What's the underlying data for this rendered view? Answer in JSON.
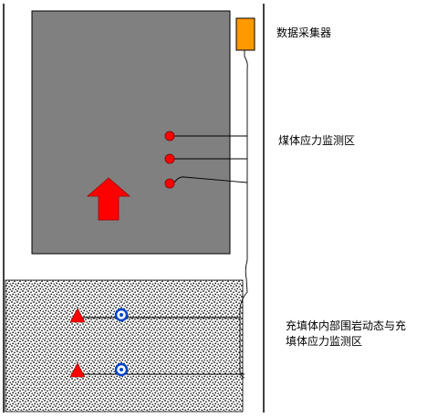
{
  "labels": {
    "data_collector": "数据采集器",
    "coal_stress_zone": "煤体应力监测区",
    "fill_zone_line1": "充填体内部围岩动态与充",
    "fill_zone_line2": "填体应力监测区"
  },
  "colors": {
    "coal_block": "#808080",
    "fill_background": "#ffffff",
    "fill_dots": "#000000",
    "collector": "#ff9900",
    "sensor_red": "#ff0000",
    "sensor_blue": "#0044cc",
    "outline": "#000000"
  },
  "icons": {
    "coal_sensors": "red-circle-sensor",
    "fill_stress_sensors": "red-triangle-sensor",
    "fill_displacement_sensors": "blue-ring-sensor",
    "mining_direction": "red-up-arrow"
  }
}
